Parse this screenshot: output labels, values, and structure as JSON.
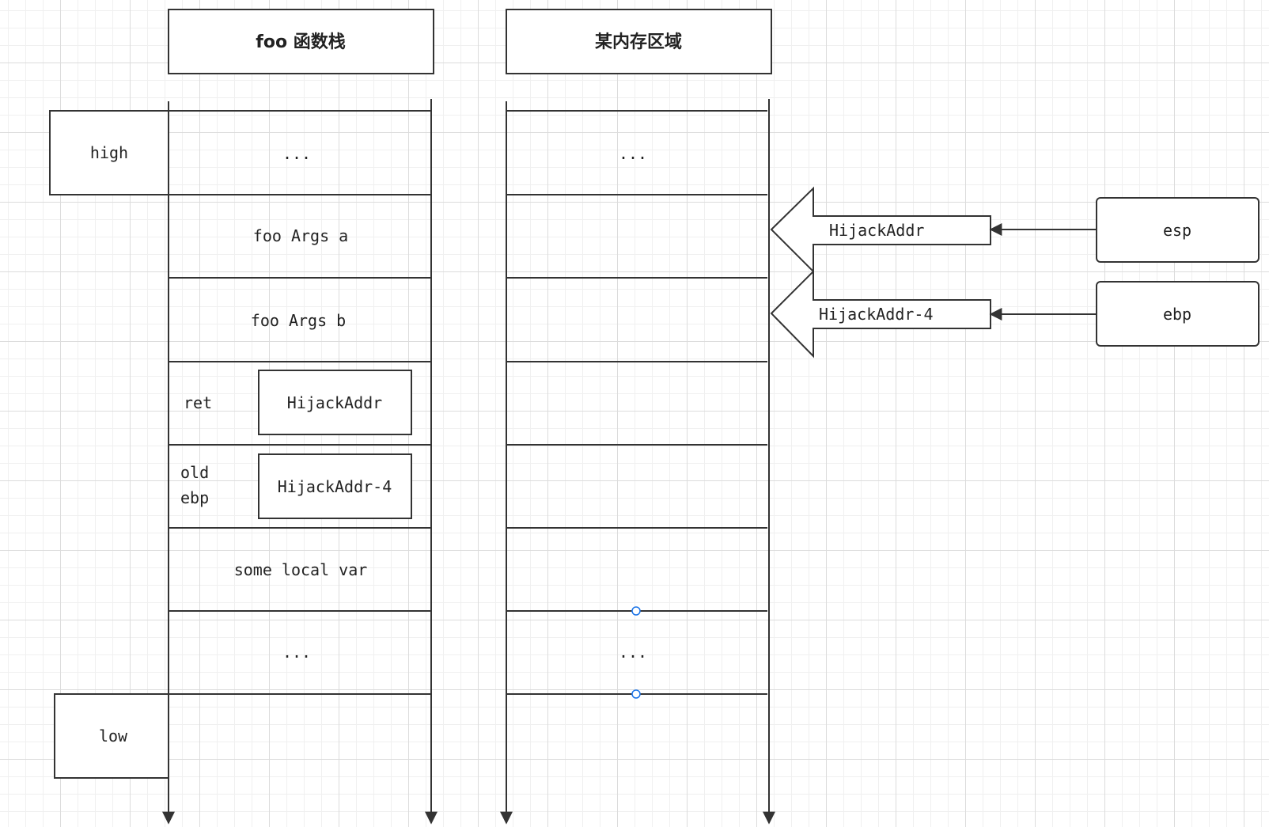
{
  "stack": {
    "title": "foo 函数栈",
    "cells": {
      "top": "...",
      "args_a": "foo Args a",
      "args_b": "foo Args b",
      "ret_label": "ret",
      "ret_value": "HijackAddr",
      "old_ebp_label_1": "old",
      "old_ebp_label_2": "ebp",
      "old_ebp_value": "HijackAddr-4",
      "locals": "some local var",
      "bottom": "..."
    }
  },
  "memory": {
    "title": "某内存区域",
    "cells": {
      "top": "...",
      "bottom": "..."
    }
  },
  "labels": {
    "high": "high",
    "low": "low"
  },
  "pointers": {
    "esp": {
      "register": "esp",
      "target": "HijackAddr"
    },
    "ebp": {
      "register": "ebp",
      "target": "HijackAddr-4"
    }
  },
  "colors": {
    "stroke": "#333333",
    "connection_point": "#1a73e8"
  }
}
